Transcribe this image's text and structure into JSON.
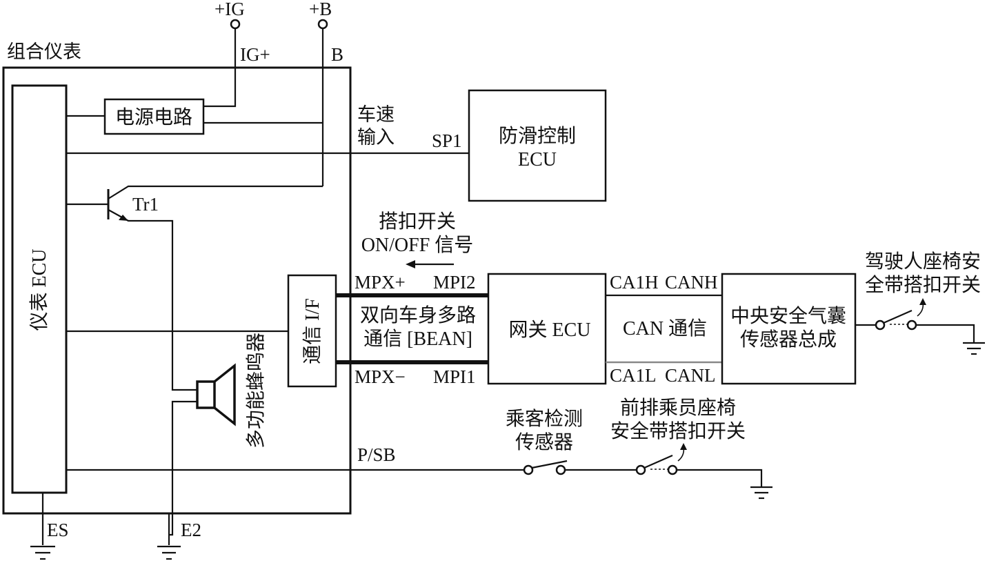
{
  "labels": {
    "cluster": "组合仪表",
    "ig_top": "+IG",
    "b_top": "+B",
    "ig_plus": "IG+",
    "b": "B",
    "power_circuit": "电源电路",
    "meter_ecu": "仪表 ECU",
    "tr1": "Tr1",
    "buzzer": "多功能蜂鸣器",
    "comm_if": "通信 I/F",
    "es": "ES",
    "e2": "E2",
    "speed_line1": "车速",
    "speed_line2": "输入",
    "sp1": "SP1",
    "abs_line1": "防滑控制",
    "abs_line2": "ECU",
    "buckle_line1": "搭扣开关",
    "buckle_line2": "ON/OFF 信号",
    "mpx_plus": "MPX+",
    "mpi2": "MPI2",
    "mpx_minus": "MPX−",
    "mpi1": "MPI1",
    "bean_line1": "双向车身多路",
    "bean_line2": "通信 [BEAN]",
    "gateway": "网关 ECU",
    "ca1h": "CA1H",
    "canh": "CANH",
    "ca1l": "CA1L",
    "canl": "CANL",
    "can_comm": "CAN 通信",
    "airbag_line1": "中央安全气囊",
    "airbag_line2": "传感器总成",
    "driver_sw_line1": "驾驶人座椅安",
    "driver_sw_line2": "全带搭扣开关",
    "psb": "P/SB",
    "occupant_line1": "乘客检测",
    "occupant_line2": "传感器",
    "passenger_sw_line1": "前排乘员座椅",
    "passenger_sw_line2": "安全带搭扣开关"
  }
}
